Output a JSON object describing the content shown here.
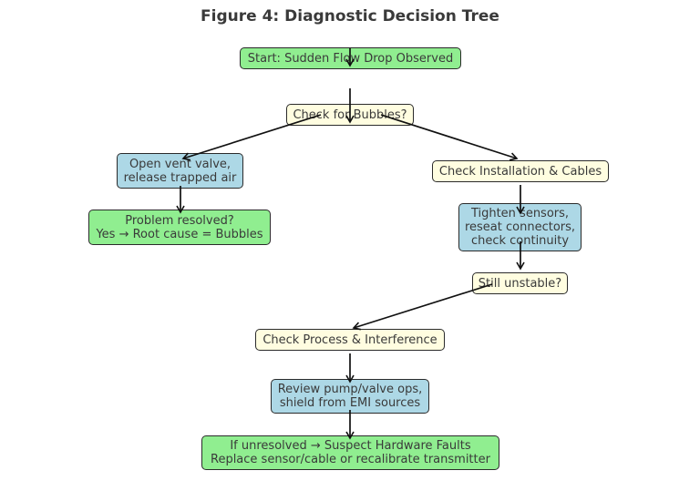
{
  "title": "Figure 4: Diagnostic Decision Tree",
  "colors": {
    "start_end": "#90ee90",
    "decision": "#fffde0",
    "action": "#add8e6",
    "border": "#2b2b2b",
    "text": "#3a3a3a"
  },
  "nodes": {
    "start": "Start: Sudden Flow Drop Observed",
    "bubbles_check": "Check for Bubbles?",
    "vent": "Open vent valve,\nrelease trapped air",
    "resolved": "Problem resolved?\nYes → Root cause = Bubbles",
    "install_check": "Check Installation & Cables",
    "tighten": "Tighten sensors,\nreseat connectors,\ncheck continuity",
    "still_unstable": "Still unstable?",
    "process_check": "Check Process & Interference",
    "review": "Review pump/valve ops,\nshield from EMI sources",
    "hardware": "If unresolved → Suspect Hardware Faults\nReplace sensor/cable or recalibrate transmitter"
  },
  "edges": [
    {
      "from": "start",
      "to": "bubbles_check"
    },
    {
      "from": "bubbles_check",
      "to": "vent"
    },
    {
      "from": "bubbles_check",
      "to": "install_check"
    },
    {
      "from": "vent",
      "to": "resolved"
    },
    {
      "from": "install_check",
      "to": "tighten"
    },
    {
      "from": "tighten",
      "to": "still_unstable"
    },
    {
      "from": "still_unstable",
      "to": "process_check"
    },
    {
      "from": "process_check",
      "to": "review"
    },
    {
      "from": "review",
      "to": "hardware"
    }
  ]
}
